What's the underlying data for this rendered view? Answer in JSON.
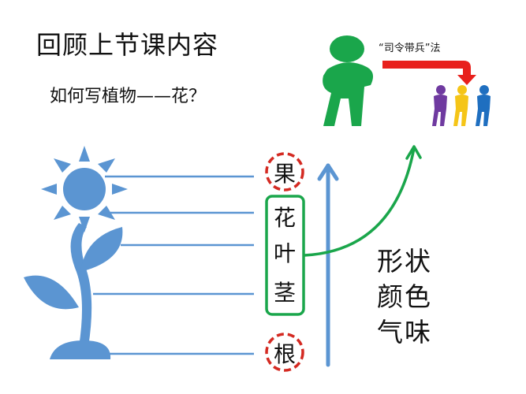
{
  "header": {
    "title": "回顾上节课内容",
    "subtitle": "如何写植物——花？"
  },
  "method": {
    "label": "“司令带兵”法",
    "commander_color": "#1aa64b",
    "arrow_color": "#e8201c",
    "soldiers": [
      {
        "color": "#6f3aa0"
      },
      {
        "color": "#f5c518"
      },
      {
        "color": "#1f6fc0"
      }
    ]
  },
  "plant": {
    "icon": "flower-plant-icon",
    "color": "#5b95d2",
    "parts": [
      {
        "label": "果",
        "style": "dashed-circle"
      },
      {
        "label": "花",
        "style": "green-box"
      },
      {
        "label": "叶",
        "style": "green-box"
      },
      {
        "label": "茎",
        "style": "green-box"
      },
      {
        "label": "根",
        "style": "dashed-circle"
      }
    ]
  },
  "attributes": {
    "lines": [
      "形状",
      "颜色",
      "气味"
    ]
  },
  "colors": {
    "plant_blue": "#5b95d2",
    "highlight_green": "#1aa64b",
    "dashed_red": "#d42a22"
  }
}
